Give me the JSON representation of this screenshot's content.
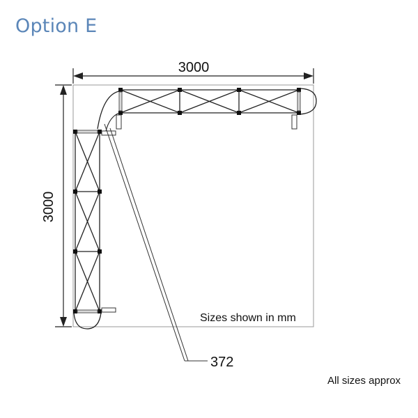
{
  "title": "Option E",
  "dimensions": {
    "width_label": "3000",
    "height_label": "3000",
    "callout_label": "372"
  },
  "notes": {
    "units": "Sizes shown in mm",
    "approx": "All sizes approx"
  }
}
